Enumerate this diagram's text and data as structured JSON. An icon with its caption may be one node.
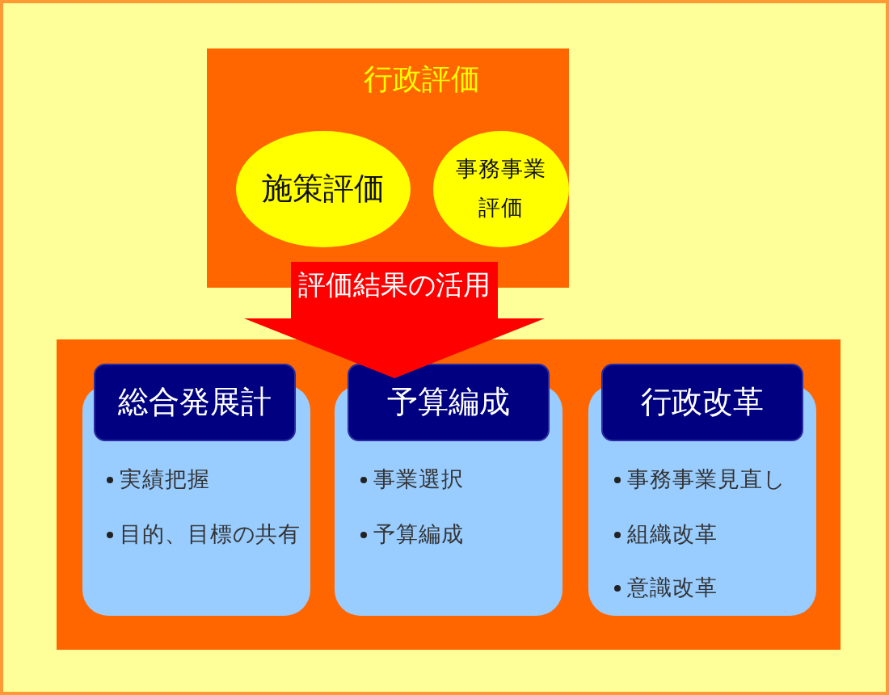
{
  "diagram": {
    "nodes": [
      {
        "text": [
          "行政評価"
        ]
      },
      {
        "text": [
          "施策評価"
        ],
        "in": 0
      },
      {
        "text": [
          "事務事業評価"
        ],
        "in": 0
      },
      {
        "text": [],
        "shape": "box"
      },
      {
        "text": [
          "総合発展計",
          "実績把握",
          "目的、目標の共有"
        ],
        "in": 3
      },
      {
        "text": [
          "予算編成",
          "事業選択",
          "予算編成"
        ],
        "in": 3
      },
      {
        "text": [
          "行政改革",
          "事務事業見直し",
          "組織改革",
          "意識改革"
        ],
        "in": 3
      }
    ],
    "edges": [
      {
        "from": 0,
        "to": 3,
        "arrow": "to",
        "label": "評価結果の活用"
      }
    ]
  }
}
